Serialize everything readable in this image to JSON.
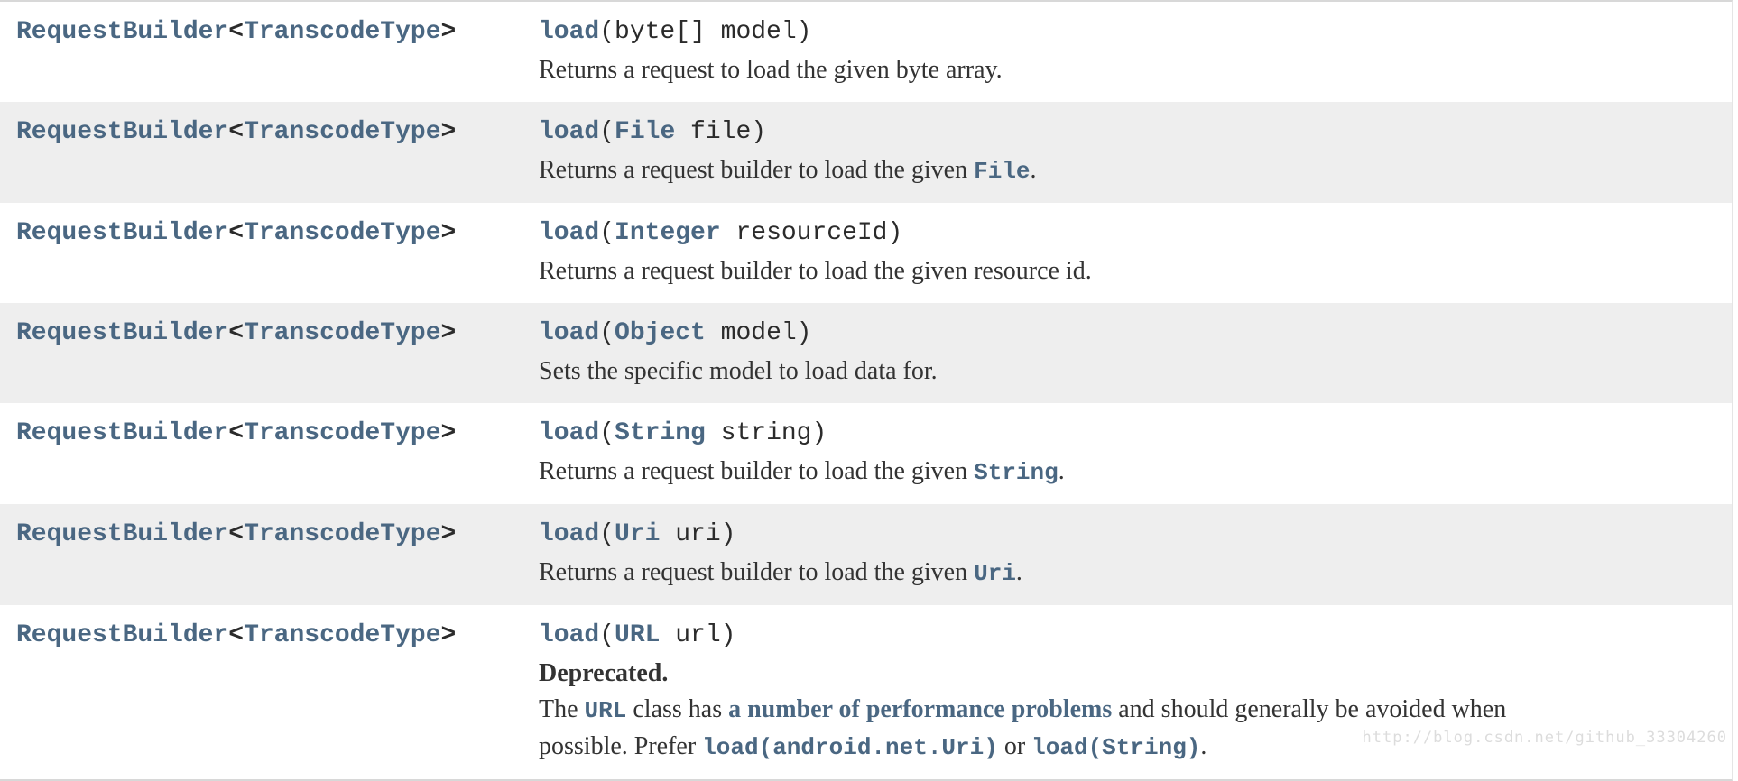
{
  "colors": {
    "link": "#4A6782",
    "alt_row_background": "#EEEEEE",
    "body_text": "#333333",
    "code_text": "#2B2B2B",
    "table_border": "#D8D8D8",
    "watermark_text": "#DCDCDC"
  },
  "watermark": {
    "text": "http://blog.csdn.net/github_33304260"
  },
  "table": {
    "rows": [
      {
        "return_type": [
          {
            "t": "RequestBuilder",
            "s": "code-link"
          },
          {
            "t": "<",
            "s": "code-bold"
          },
          {
            "t": "TranscodeType",
            "s": "code-link"
          },
          {
            "t": ">",
            "s": "code-bold"
          }
        ],
        "signature": [
          {
            "t": "load",
            "s": "code-link"
          },
          {
            "t": "(byte[] model)",
            "s": "code"
          }
        ],
        "description": [
          [
            {
              "t": "Returns a request to load the given byte array.",
              "s": "plain"
            }
          ]
        ]
      },
      {
        "return_type": [
          {
            "t": "RequestBuilder",
            "s": "code-link"
          },
          {
            "t": "<",
            "s": "code-bold"
          },
          {
            "t": "TranscodeType",
            "s": "code-link"
          },
          {
            "t": ">",
            "s": "code-bold"
          }
        ],
        "signature": [
          {
            "t": "load",
            "s": "code-link"
          },
          {
            "t": "(",
            "s": "code"
          },
          {
            "t": "File",
            "s": "code-link"
          },
          {
            "t": " file)",
            "s": "code"
          }
        ],
        "description": [
          [
            {
              "t": "Returns a request builder to load the given ",
              "s": "plain"
            },
            {
              "t": "File",
              "s": "inline-code-link"
            },
            {
              "t": ".",
              "s": "plain"
            }
          ]
        ]
      },
      {
        "return_type": [
          {
            "t": "RequestBuilder",
            "s": "code-link"
          },
          {
            "t": "<",
            "s": "code-bold"
          },
          {
            "t": "TranscodeType",
            "s": "code-link"
          },
          {
            "t": ">",
            "s": "code-bold"
          }
        ],
        "signature": [
          {
            "t": "load",
            "s": "code-link"
          },
          {
            "t": "(",
            "s": "code"
          },
          {
            "t": "Integer",
            "s": "code-link"
          },
          {
            "t": " resourceId)",
            "s": "code"
          }
        ],
        "description": [
          [
            {
              "t": "Returns a request builder to load the given resource id.",
              "s": "plain"
            }
          ]
        ]
      },
      {
        "return_type": [
          {
            "t": "RequestBuilder",
            "s": "code-link"
          },
          {
            "t": "<",
            "s": "code-bold"
          },
          {
            "t": "TranscodeType",
            "s": "code-link"
          },
          {
            "t": ">",
            "s": "code-bold"
          }
        ],
        "signature": [
          {
            "t": "load",
            "s": "code-link"
          },
          {
            "t": "(",
            "s": "code"
          },
          {
            "t": "Object",
            "s": "code-link"
          },
          {
            "t": " model)",
            "s": "code"
          }
        ],
        "description": [
          [
            {
              "t": "Sets the specific model to load data for.",
              "s": "plain"
            }
          ]
        ]
      },
      {
        "return_type": [
          {
            "t": "RequestBuilder",
            "s": "code-link"
          },
          {
            "t": "<",
            "s": "code-bold"
          },
          {
            "t": "TranscodeType",
            "s": "code-link"
          },
          {
            "t": ">",
            "s": "code-bold"
          }
        ],
        "signature": [
          {
            "t": "load",
            "s": "code-link"
          },
          {
            "t": "(",
            "s": "code"
          },
          {
            "t": "String",
            "s": "code-link"
          },
          {
            "t": " string)",
            "s": "code"
          }
        ],
        "description": [
          [
            {
              "t": "Returns a request builder to load the given ",
              "s": "plain"
            },
            {
              "t": "String",
              "s": "inline-code-link"
            },
            {
              "t": ".",
              "s": "plain"
            }
          ]
        ]
      },
      {
        "return_type": [
          {
            "t": "RequestBuilder",
            "s": "code-link"
          },
          {
            "t": "<",
            "s": "code-bold"
          },
          {
            "t": "TranscodeType",
            "s": "code-link"
          },
          {
            "t": ">",
            "s": "code-bold"
          }
        ],
        "signature": [
          {
            "t": "load",
            "s": "code-link"
          },
          {
            "t": "(",
            "s": "code"
          },
          {
            "t": "Uri",
            "s": "code-link"
          },
          {
            "t": " uri)",
            "s": "code"
          }
        ],
        "description": [
          [
            {
              "t": "Returns a request builder to load the given ",
              "s": "plain"
            },
            {
              "t": "Uri",
              "s": "inline-code-link"
            },
            {
              "t": ".",
              "s": "plain"
            }
          ]
        ]
      },
      {
        "return_type": [
          {
            "t": "RequestBuilder",
            "s": "code-link"
          },
          {
            "t": "<",
            "s": "code-bold"
          },
          {
            "t": "TranscodeType",
            "s": "code-link"
          },
          {
            "t": ">",
            "s": "code-bold"
          }
        ],
        "signature": [
          {
            "t": "load",
            "s": "code-link"
          },
          {
            "t": "(",
            "s": "code"
          },
          {
            "t": "URL",
            "s": "code-link"
          },
          {
            "t": " url)",
            "s": "code"
          }
        ],
        "description": [
          [
            {
              "t": "Deprecated.",
              "s": "bold"
            }
          ],
          [
            {
              "t": "The ",
              "s": "plain"
            },
            {
              "t": "URL",
              "s": "inline-code-link"
            },
            {
              "t": " class has ",
              "s": "plain"
            },
            {
              "t": "a number of performance problems",
              "s": "link-bold"
            },
            {
              "t": " and should generally be avoided when possible. Prefer ",
              "s": "plain"
            },
            {
              "t": "load(android.net.Uri)",
              "s": "inline-code-link"
            },
            {
              "t": " or ",
              "s": "plain"
            },
            {
              "t": "load(String)",
              "s": "inline-code-link"
            },
            {
              "t": ".",
              "s": "plain"
            }
          ]
        ]
      }
    ]
  }
}
